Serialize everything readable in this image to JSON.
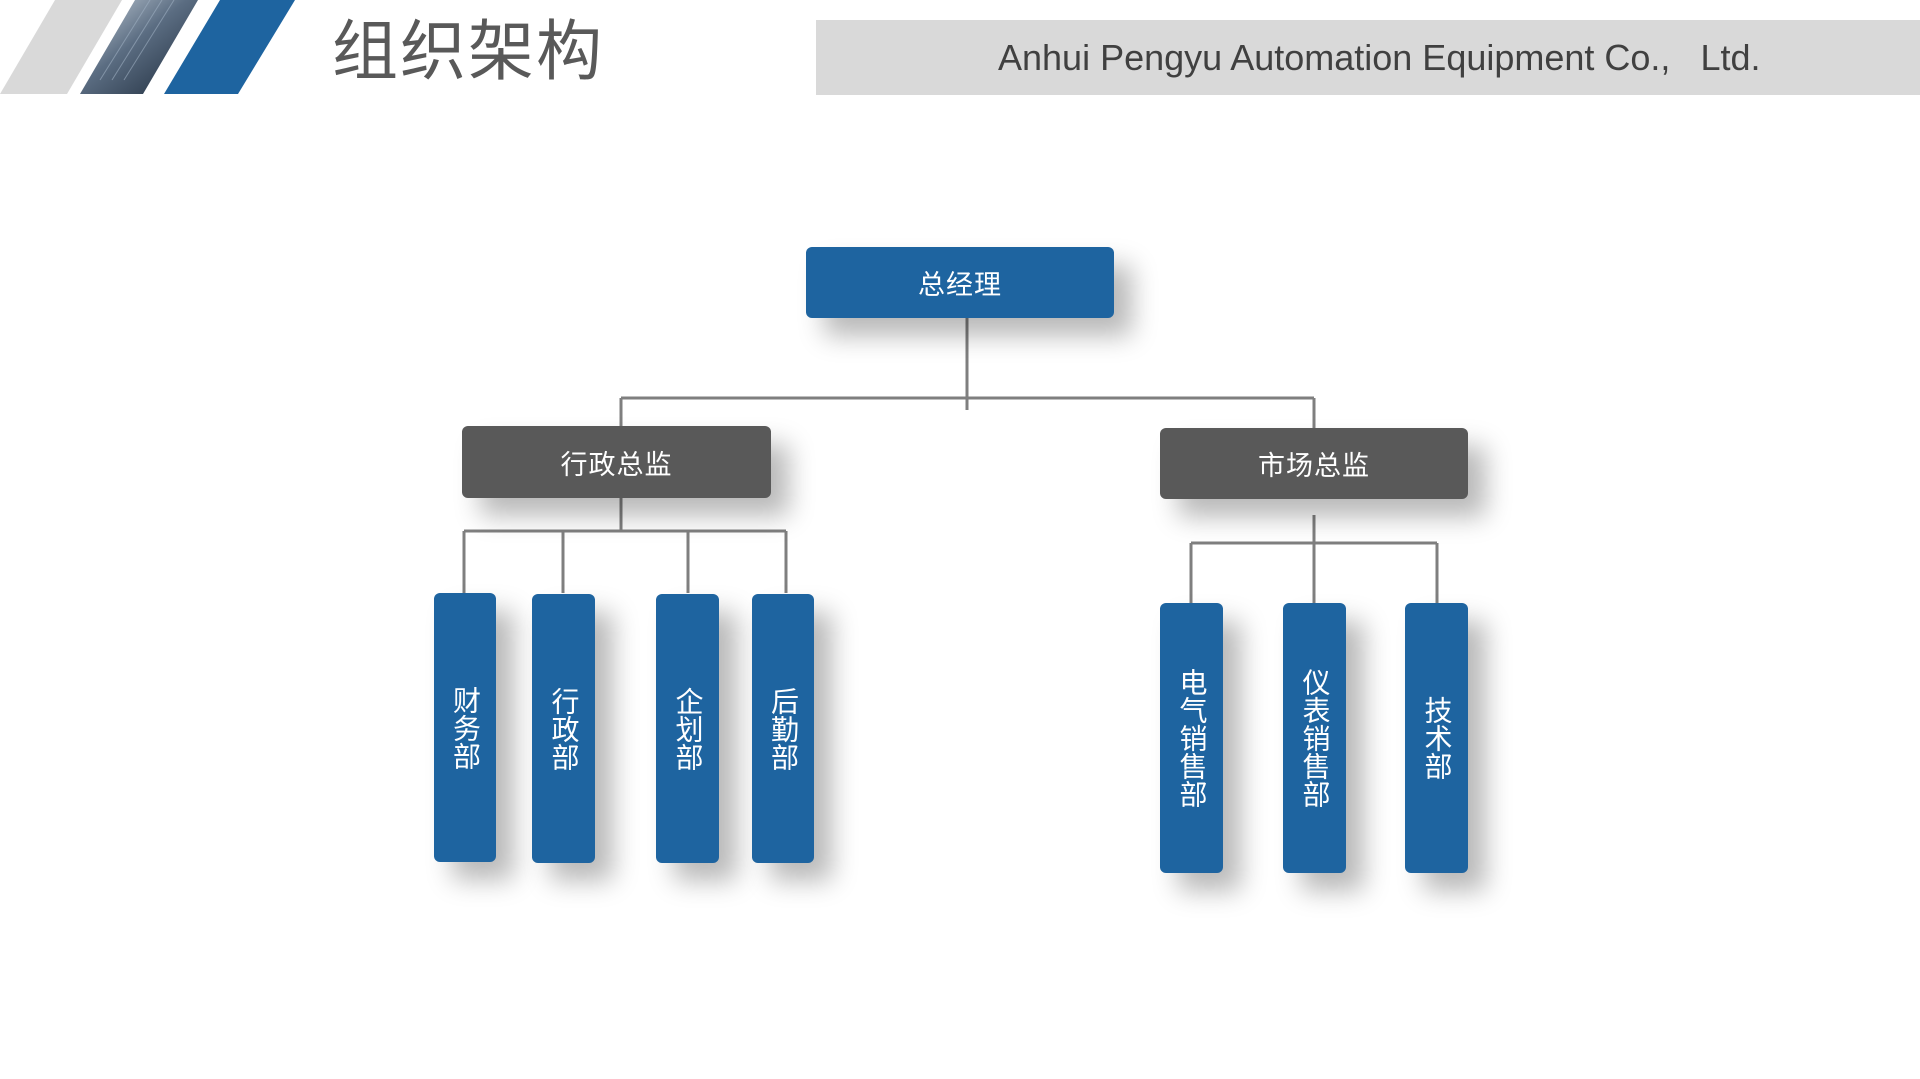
{
  "header": {
    "title": "组织架构",
    "company": "Anhui Pengyu Automation Equipment Co.,   Ltd."
  },
  "org": {
    "root": "总经理",
    "branches": [
      {
        "label": "行政总监",
        "departments": [
          "财务部",
          "行政部",
          "企划部",
          "后勤部"
        ]
      },
      {
        "label": "市场总监",
        "departments": [
          "电气销售部",
          "仪表销售部",
          "技术部"
        ]
      }
    ]
  },
  "colors": {
    "accent_blue": "#1e64a0",
    "manager_gray": "#595959",
    "connector": "#7f7f7f",
    "header_band": "#d9d9d9"
  }
}
